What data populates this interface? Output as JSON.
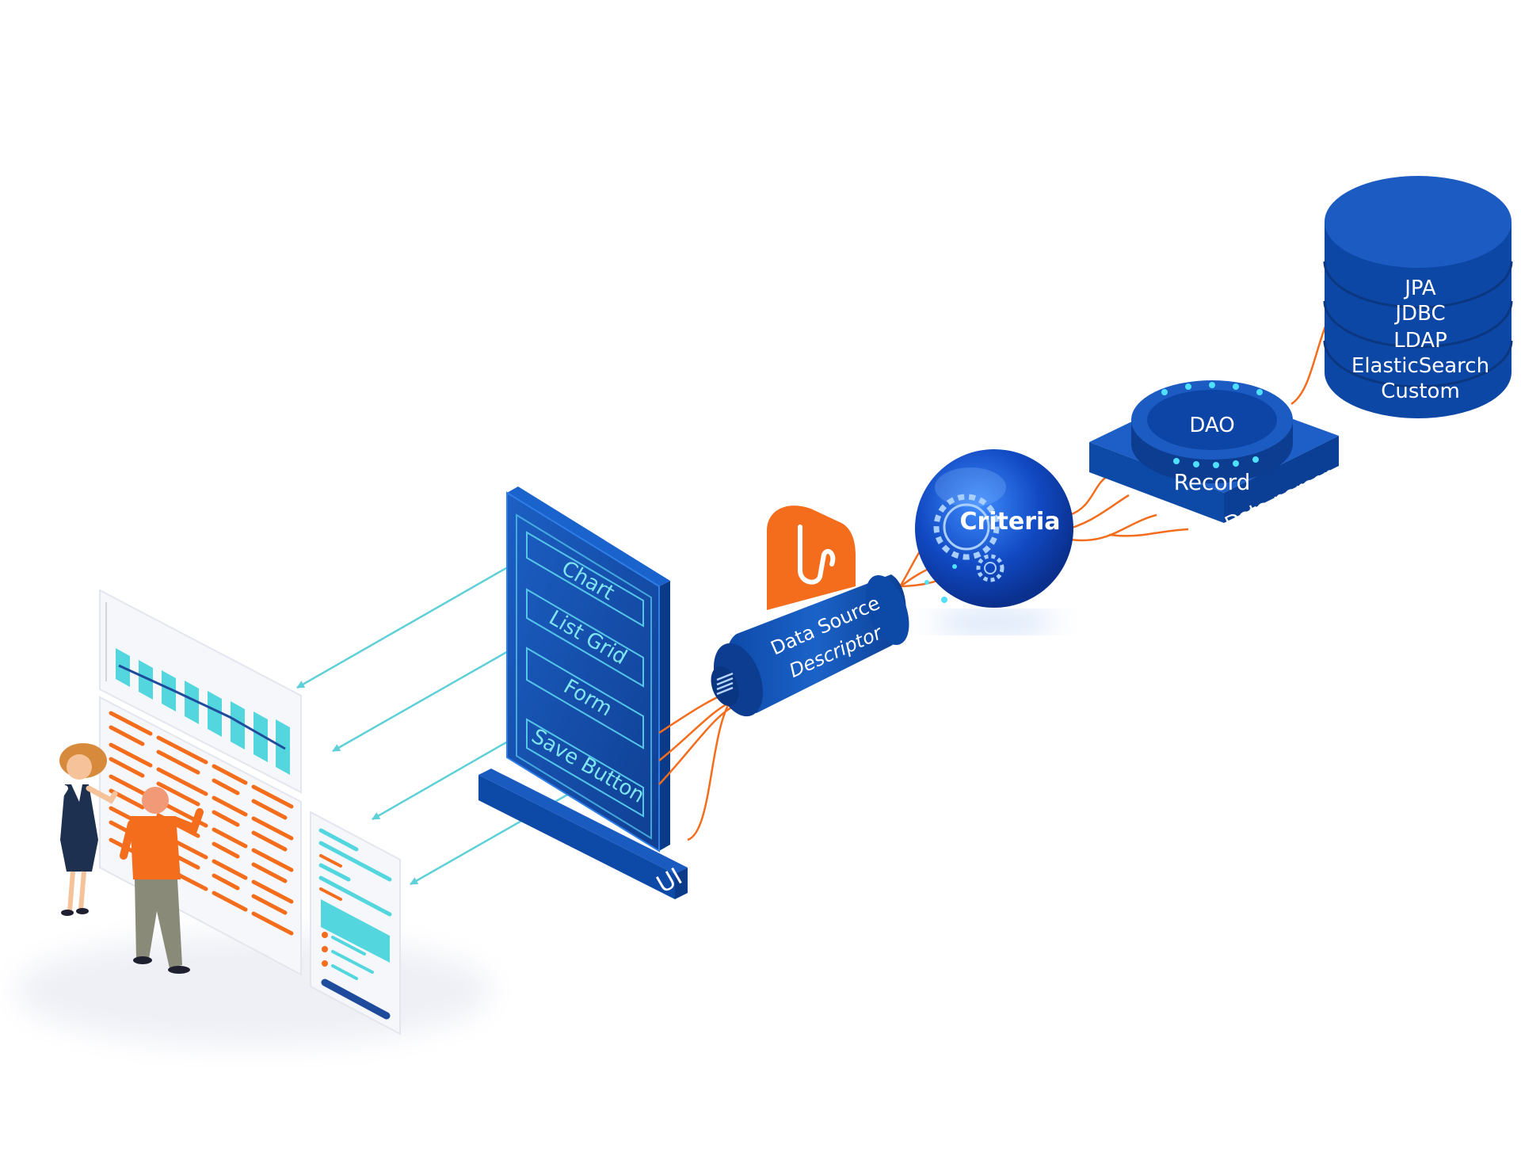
{
  "diagram": {
    "ui_panel": {
      "items": [
        "Chart",
        "List Grid",
        "Form",
        "Save Button"
      ],
      "base_label": "UI"
    },
    "data_source": {
      "line1": "Data Source",
      "line2": "Descriptor"
    },
    "criteria": {
      "label": "Criteria"
    },
    "dao": {
      "top_label": "DAO",
      "front_label": "Record",
      "side_label": "Data parser"
    },
    "database": {
      "items": [
        "JPA",
        "JDBC",
        "LDAP",
        "ElasticSearch",
        "Custom"
      ]
    }
  },
  "colors": {
    "brand_blue": "#0c4aa6",
    "dark_blue": "#0a3680",
    "orange": "#f36d1c",
    "cyan": "#54d6df",
    "arrow_cyan": "#5fd0d8"
  }
}
